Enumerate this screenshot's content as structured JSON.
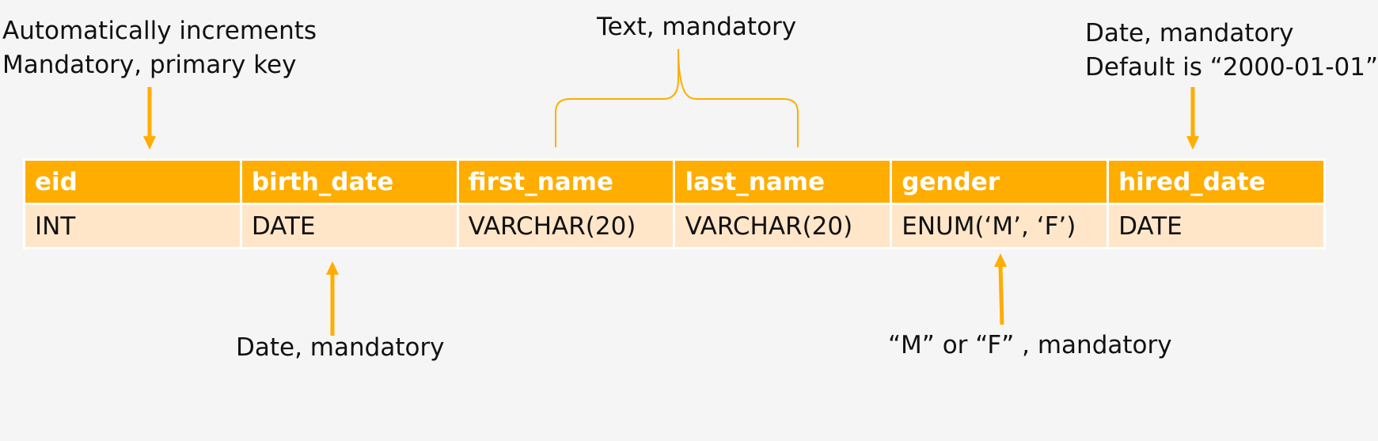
{
  "colors": {
    "header_bg": "#ffad00",
    "row_bg": "#ffe6c9",
    "header_text": "#ffffff",
    "annotation": "#ffad00",
    "background": "#f5f5f5"
  },
  "columns": [
    {
      "name": "eid",
      "type": "INT"
    },
    {
      "name": "birth_date",
      "type": "DATE"
    },
    {
      "name": "first_name",
      "type": "VARCHAR(20)"
    },
    {
      "name": "last_name",
      "type": "VARCHAR(20)"
    },
    {
      "name": "gender",
      "type": "ENUM(‘M’, ‘F’)"
    },
    {
      "name": "hired_date",
      "type": "DATE"
    }
  ],
  "annotations": {
    "eid": {
      "lines": [
        "Automatically increments",
        "Mandatory, primary key"
      ]
    },
    "names": {
      "lines": [
        "Text, mandatory"
      ]
    },
    "hired_date": {
      "lines": [
        "Date, mandatory",
        "Default is “2000-01-01”"
      ]
    },
    "birth_date": {
      "lines": [
        "Date, mandatory"
      ]
    },
    "gender": {
      "lines": [
        "“M” or “F” , mandatory"
      ]
    }
  }
}
